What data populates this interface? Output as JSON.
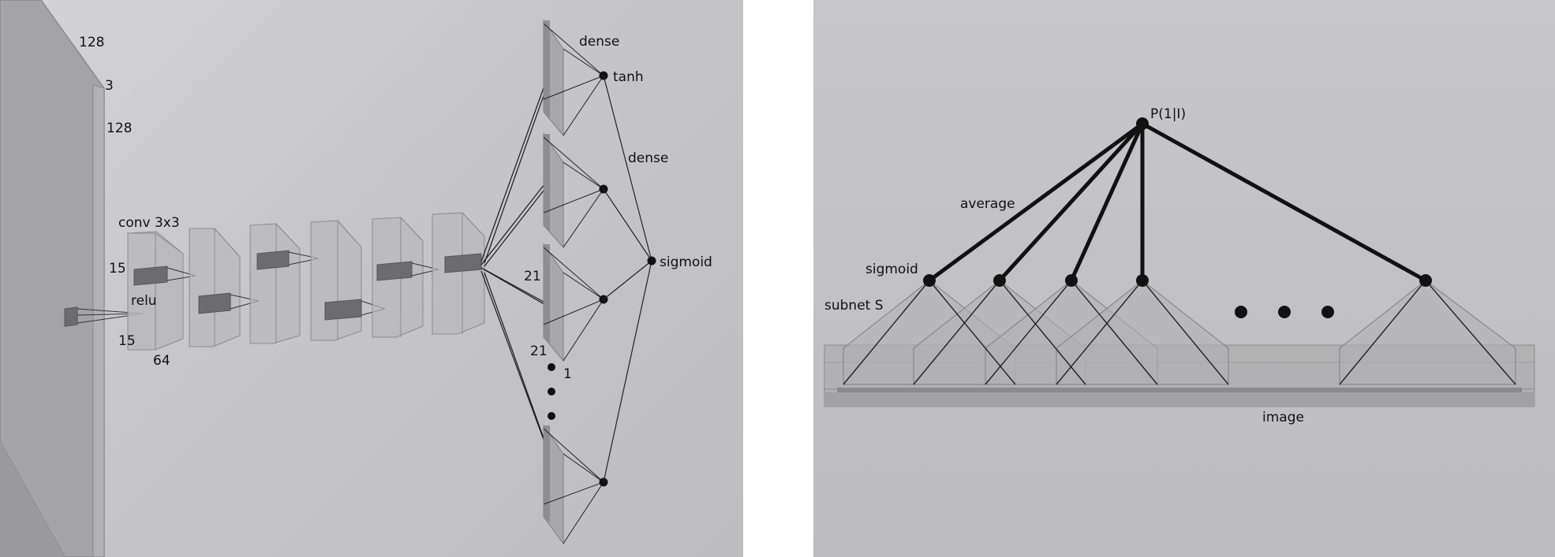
{
  "left_diagram": {
    "input_dims": [
      "128",
      "3",
      "128"
    ],
    "conv_label": "conv 3x3",
    "relu_label": "relu",
    "kernel_dims": [
      "15",
      "15"
    ],
    "depth_label": "64",
    "dense_label_1": "dense",
    "tanh_label": "tanh",
    "dense_label_2": "dense",
    "sigmoid_label": "sigmoid",
    "dims_21_a": "21",
    "dims_21_b": "21",
    "dim_1": "1"
  },
  "right_diagram": {
    "output_label": "P(1|I)",
    "average_label": "average",
    "sigmoid_label": "sigmoid",
    "subnet_label": "subnet S",
    "image_label": "image"
  }
}
